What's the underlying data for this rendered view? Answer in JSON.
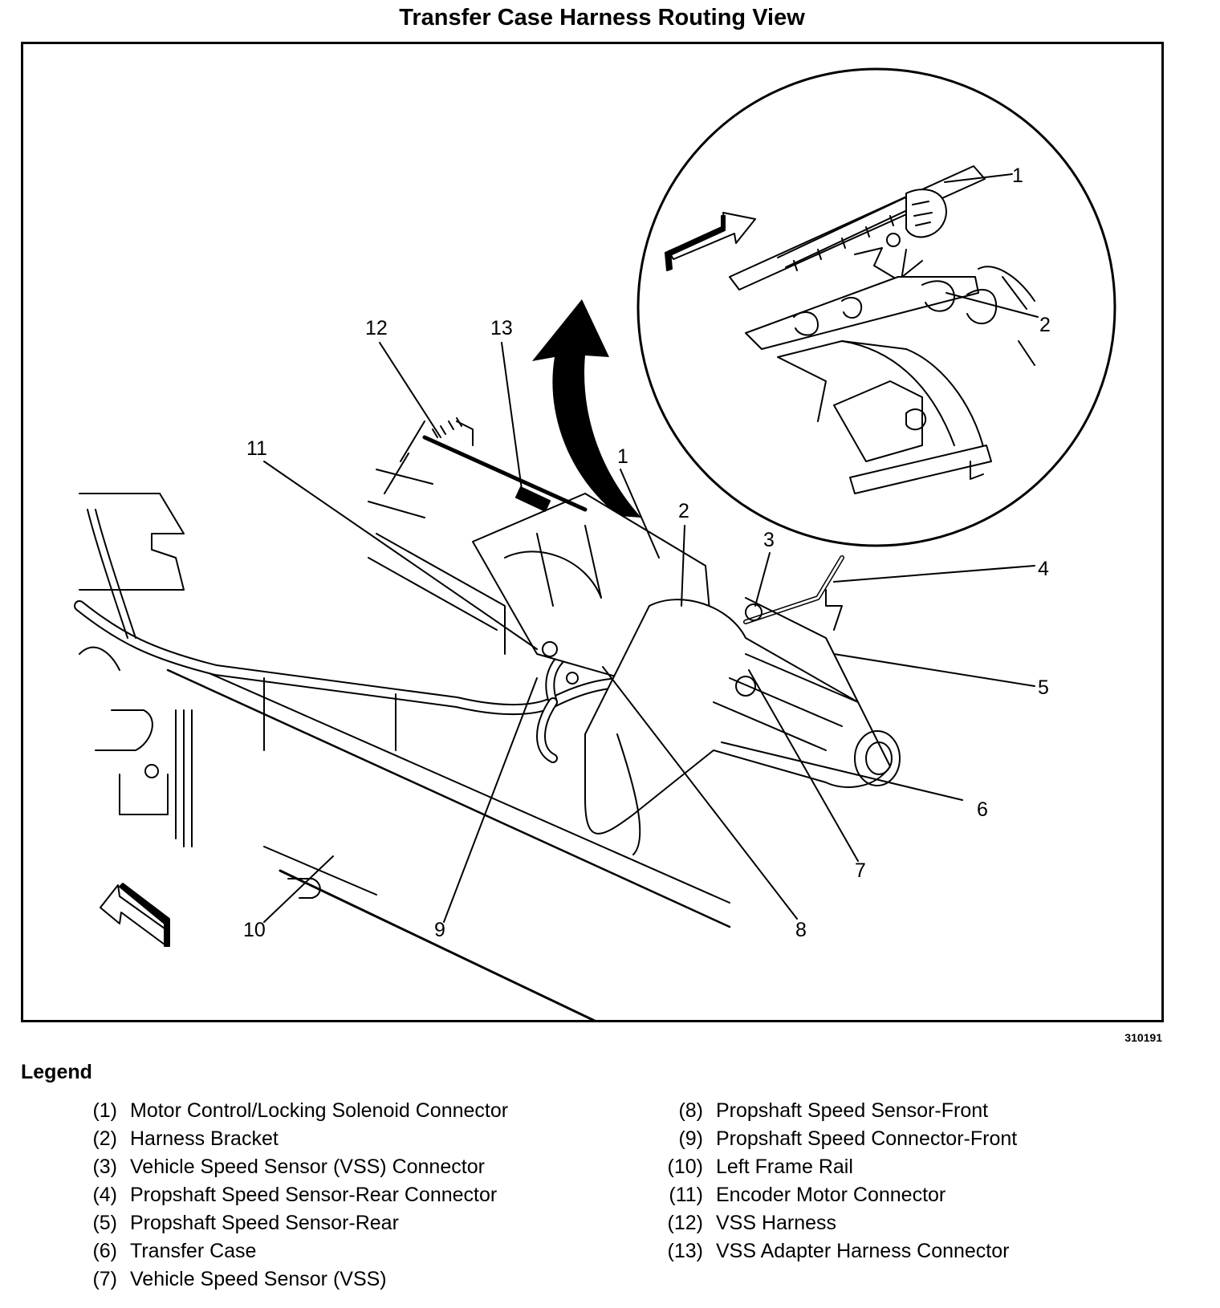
{
  "diagram": {
    "title": "Transfer Case Harness Routing View",
    "figure_id": "310191",
    "callouts": [
      "1",
      "2",
      "3",
      "4",
      "5",
      "6",
      "7",
      "8",
      "9",
      "10",
      "11",
      "12",
      "13"
    ],
    "detail_callouts": [
      "1",
      "2"
    ]
  },
  "legend": {
    "title": "Legend",
    "items": [
      {
        "num": "(1)",
        "label": "Motor Control/Locking Solenoid Connector"
      },
      {
        "num": "(2)",
        "label": "Harness Bracket"
      },
      {
        "num": "(3)",
        "label": "Vehicle Speed Sensor (VSS) Connector"
      },
      {
        "num": "(4)",
        "label": "Propshaft Speed Sensor-Rear Connector"
      },
      {
        "num": "(5)",
        "label": "Propshaft Speed Sensor-Rear"
      },
      {
        "num": "(6)",
        "label": "Transfer Case"
      },
      {
        "num": "(7)",
        "label": "Vehicle Speed Sensor (VSS)"
      },
      {
        "num": "(8)",
        "label": "Propshaft Speed Sensor-Front"
      },
      {
        "num": "(9)",
        "label": "Propshaft Speed Connector-Front"
      },
      {
        "num": "(10)",
        "label": "Left Frame Rail"
      },
      {
        "num": "(11)",
        "label": "Encoder Motor Connector"
      },
      {
        "num": "(12)",
        "label": "VSS Harness"
      },
      {
        "num": "(13)",
        "label": "VSS Adapter Harness Connector"
      }
    ]
  }
}
